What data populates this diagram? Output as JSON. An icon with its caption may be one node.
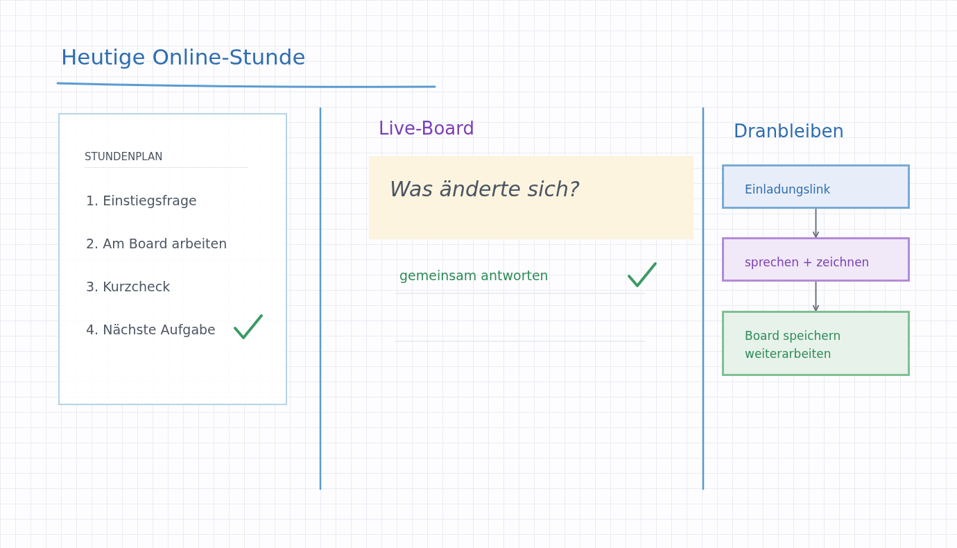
{
  "diagram": {
    "title": "Heutige Online-Stunde",
    "nodes": [
      {
        "text": [
          "STUNDENPLAN",
          "1. Einstiegsfrage",
          "2. Am Board arbeiten",
          "3. Kurzcheck",
          "4. Nächste Aufgabe"
        ]
      },
      {
        "text": [
          "Was änderte sich?"
        ]
      },
      {
        "text": [
          "Einladungslink"
        ]
      },
      {
        "text": [
          "sprechen + zeichnen"
        ]
      },
      {
        "text": [
          "Board speichern weiterarbeiten"
        ]
      }
    ],
    "edges": [
      {
        "from": 2,
        "to": 3,
        "arrow": "to"
      },
      {
        "from": 3,
        "to": 4,
        "arrow": "to"
      }
    ],
    "labels": [
      "Live-Board",
      "Dranbleiben",
      "gemeinsam antworten"
    ]
  }
}
